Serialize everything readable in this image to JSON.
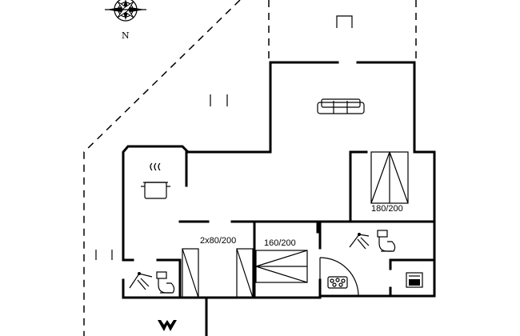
{
  "compass": {
    "north_label": "N"
  },
  "rooms": {
    "bedroom_1": {
      "bed_label": "180/200"
    },
    "bedroom_2": {
      "bed_label": "2x80/200"
    },
    "bedroom_3": {
      "bed_label": "160/200"
    }
  },
  "icons": {
    "compass": "compass-rose-icon",
    "sofa": "sofa-icon",
    "cooking_pot": "cooking-pot-icon",
    "shower": "shower-icon",
    "toilet": "toilet-icon",
    "whirlpool": "whirlpool-icon",
    "washing_machine": "washing-machine-icon"
  }
}
